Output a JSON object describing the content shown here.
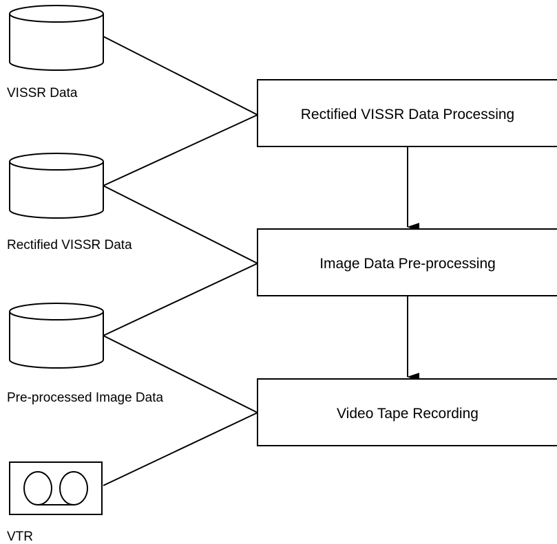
{
  "data_stores": [
    {
      "label": "VISSR Data"
    },
    {
      "label": "Rectified VISSR Data"
    },
    {
      "label": "Pre-processed Image Data"
    }
  ],
  "device": {
    "label": "VTR"
  },
  "processes": [
    {
      "label": "Rectified VISSR Data Processing"
    },
    {
      "label": "Image Data Pre-processing"
    },
    {
      "label": "Video Tape Recording"
    }
  ]
}
